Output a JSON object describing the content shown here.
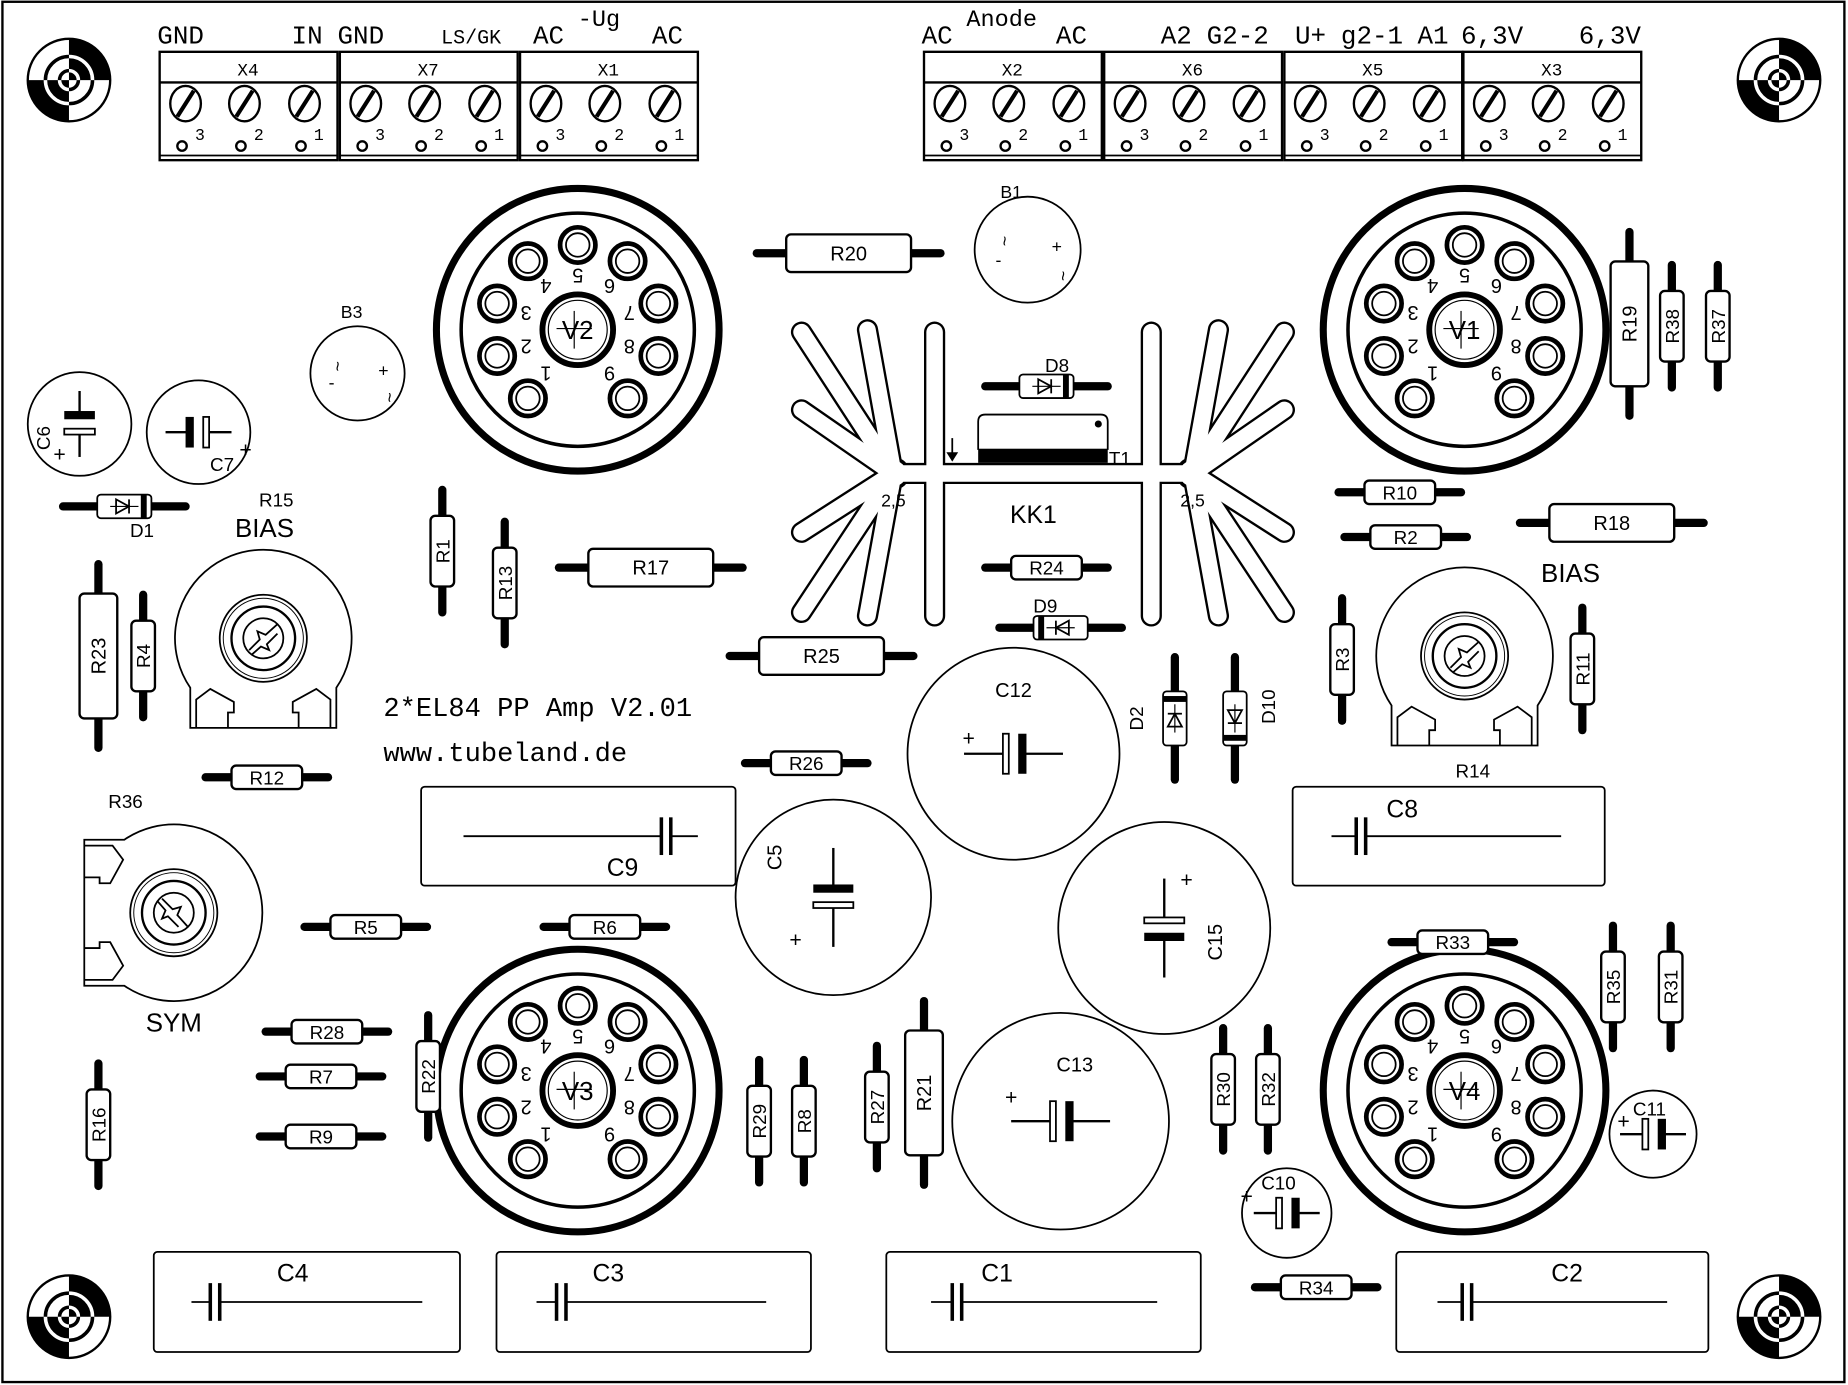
{
  "board": {
    "title": "2*EL84 PP Amp V2.01",
    "url": "www.tubeland.de",
    "bias_left": "BIAS",
    "bias_right": "BIAS",
    "sym": "SYM"
  },
  "terminal_labels": [
    "GND",
    "IN",
    "GND",
    "LS/GK",
    "AC",
    "-Ug",
    "AC",
    "AC",
    "Anode",
    "AC",
    "A2",
    "G2-2",
    "U+",
    "g2-1",
    "A1",
    "6,3V",
    "6,3V"
  ],
  "terminal_blocks": [
    {
      "id": "X4",
      "pins": [
        "3",
        "2",
        "1"
      ]
    },
    {
      "id": "X7",
      "pins": [
        "3",
        "2",
        "1"
      ]
    },
    {
      "id": "X1",
      "pins": [
        "3",
        "2",
        "1"
      ]
    },
    {
      "id": "X2",
      "pins": [
        "3",
        "2",
        "1"
      ]
    },
    {
      "id": "X6",
      "pins": [
        "3",
        "2",
        "1"
      ]
    },
    {
      "id": "X5",
      "pins": [
        "3",
        "2",
        "1"
      ]
    },
    {
      "id": "X3",
      "pins": [
        "3",
        "2",
        "1"
      ]
    }
  ],
  "tubes": [
    "V2",
    "V1",
    "V3",
    "V4"
  ],
  "tube_pins": [
    "1",
    "2",
    "3",
    "4",
    "5",
    "6",
    "7",
    "8",
    "9"
  ],
  "resistors": [
    "R20",
    "R17",
    "R25",
    "R18",
    "R23",
    "R19",
    "R21",
    "R26",
    "R24",
    "R10",
    "R2",
    "R12",
    "R5",
    "R6",
    "R28",
    "R7",
    "R9",
    "R33",
    "R34",
    "R1",
    "R13",
    "R4",
    "R38",
    "R37",
    "R3",
    "R11",
    "R22",
    "R29",
    "R8",
    "R27",
    "R30",
    "R32",
    "R35",
    "R31",
    "R16"
  ],
  "electrolytic_caps": [
    {
      "id": "C6",
      "plus": "+"
    },
    {
      "id": "C7",
      "plus": "+"
    },
    {
      "id": "C12",
      "plus": "+"
    },
    {
      "id": "C5",
      "plus": "+"
    },
    {
      "id": "C15",
      "plus": "+"
    },
    {
      "id": "C13",
      "plus": "+"
    },
    {
      "id": "C10",
      "plus": "+"
    },
    {
      "id": "C11",
      "plus": "+"
    }
  ],
  "film_caps": [
    "C9",
    "C8",
    "C4",
    "C3",
    "C1",
    "C2"
  ],
  "bridges": [
    {
      "id": "B1",
      "symbols": [
        "~",
        "-",
        "+",
        "~"
      ]
    },
    {
      "id": "B3",
      "symbols": [
        "~",
        "-",
        "+",
        "~"
      ]
    }
  ],
  "diodes": [
    "D1",
    "D8",
    "D9",
    "D2",
    "D10"
  ],
  "pots": [
    "R15",
    "R14",
    "R36"
  ],
  "heatsink": {
    "id": "KK1",
    "hole_labels": [
      "2,5",
      "2,5"
    ],
    "transistor": "T1"
  }
}
